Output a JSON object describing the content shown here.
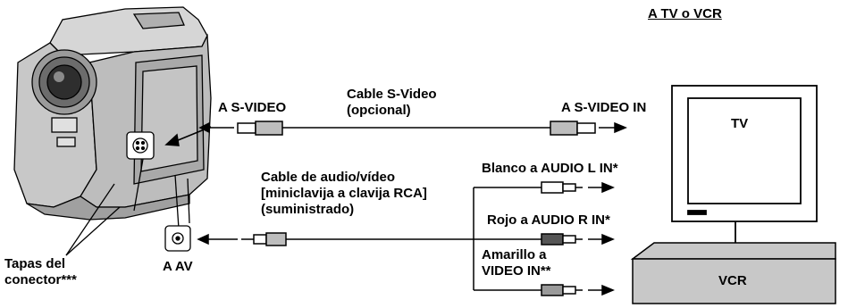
{
  "labels": {
    "to_tv_vcr": "A TV o VCR",
    "a_svideo": "A S-VIDEO",
    "svideo_cable_line1": "Cable S-Video",
    "svideo_cable_line2": "(opcional)",
    "a_svideo_in": "A S-VIDEO IN",
    "tv": "TV",
    "av_cable_line1": "Cable de audio/vídeo",
    "av_cable_line2": "[miniclavija a clavija RCA]",
    "av_cable_line3": "(suministrado)",
    "white_audio_l": "Blanco a AUDIO L IN*",
    "red_audio_r": "Rojo a AUDIO R IN*",
    "yellow_line1": "Amarillo a",
    "yellow_line2": "VIDEO IN**",
    "vcr": "VCR",
    "a_av": "A AV",
    "caps_line1": "Tapas del",
    "caps_line2": "conector***"
  }
}
